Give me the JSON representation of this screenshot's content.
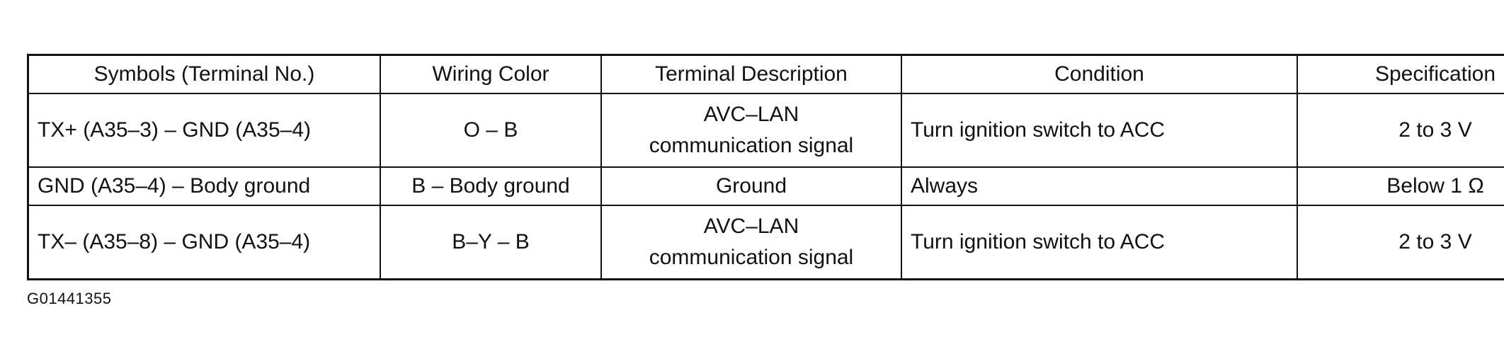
{
  "table": {
    "headers": [
      "Symbols (Terminal No.)",
      "Wiring Color",
      "Terminal Description",
      "Condition",
      "Specification"
    ],
    "rows": [
      {
        "symbols": "TX+ (A35–3) – GND (A35–4)",
        "wiring_color": "O – B",
        "description_line1": "AVC–LAN",
        "description_line2": "communication signal",
        "condition": "Turn ignition switch to ACC",
        "specification": "2 to 3 V"
      },
      {
        "symbols": "GND (A35–4) – Body ground",
        "wiring_color": "B – Body ground",
        "description_line1": "Ground",
        "condition": "Always",
        "specification": "Below 1 Ω"
      },
      {
        "symbols": "TX– (A35–8) – GND (A35–4)",
        "wiring_color": "B–Y – B",
        "description_line1": "AVC–LAN",
        "description_line2": "communication signal",
        "condition": "Turn ignition switch to ACC",
        "specification": "2 to 3 V"
      }
    ]
  },
  "figure_id": "G01441355"
}
